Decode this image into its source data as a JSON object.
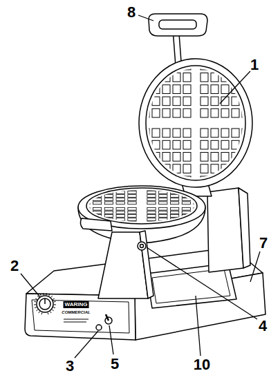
{
  "diagram": {
    "labels": [
      "8",
      "1",
      "7",
      "2",
      "4",
      "3",
      "5",
      "10",
      "WARING",
      "COMMERCIAL"
    ]
  }
}
